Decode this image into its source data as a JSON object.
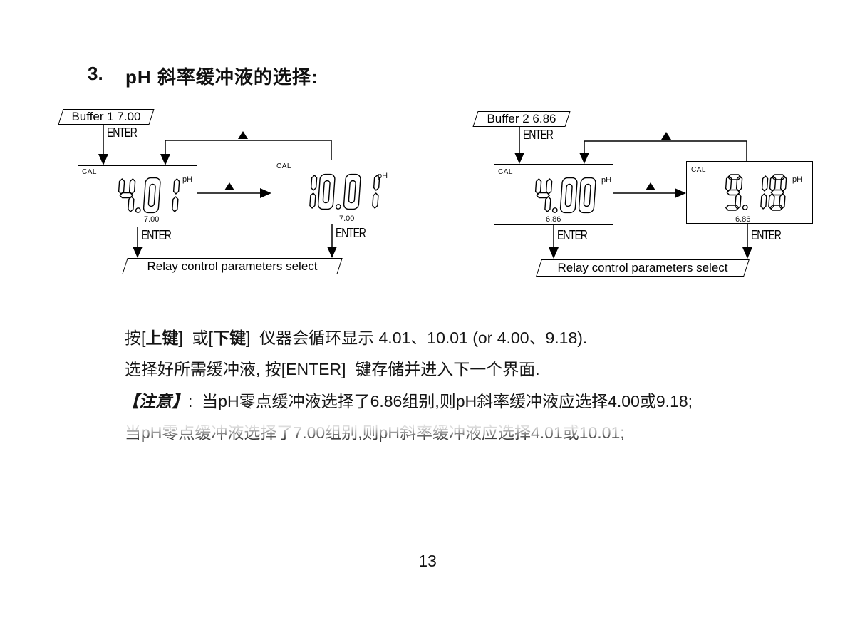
{
  "page": {
    "title_number": "3.",
    "title_text": "pH 斜率缓冲液的选择:",
    "page_number": "13"
  },
  "diagrams": [
    {
      "start_label": "Buffer 1 7.00",
      "enter_label": "ENTER",
      "displays": [
        {
          "cal": "CAL",
          "value": "4.01",
          "unit": "pH",
          "sub": "7.00",
          "enter_label": "ENTER"
        },
        {
          "cal": "CAL",
          "value": "10.01",
          "unit": "pH",
          "sub": "7.00",
          "enter_label": "ENTER"
        }
      ],
      "end_label": "Relay control parameters select"
    },
    {
      "start_label": "Buffer 2 6.86",
      "enter_label": "ENTER",
      "displays": [
        {
          "cal": "CAL",
          "value": "4.00",
          "unit": "pH",
          "sub": "6.86",
          "enter_label": "ENTER"
        },
        {
          "cal": "CAL",
          "value": "9.18",
          "unit": "pH",
          "sub": "6.86",
          "enter_label": "ENTER"
        }
      ],
      "end_label": "Relay control parameters select"
    }
  ],
  "body": {
    "line1_pre": "按[",
    "line1_key1": "上键",
    "line1_mid": "]  或[",
    "line1_key2": "下键",
    "line1_rest": "]  仪器会循环显示 4.01、10.01 (or 4.00、9.18).",
    "line2": "选择好所需缓冲液, 按[ENTER]  键存储并进入下一个界面.",
    "note_label": "【注意】",
    "note_rest": ":  当pH零点缓冲液选择了6.86组别,则pH斜率缓冲液应选择4.00或9.18;",
    "line4": "当pH零点缓冲液选择了7.00组别,则pH斜率缓冲液应选择4.01或10.01;"
  }
}
